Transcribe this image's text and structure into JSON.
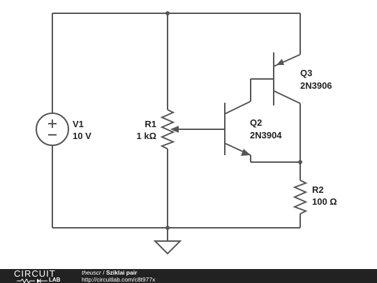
{
  "components": {
    "v1": {
      "name": "V1",
      "value": "10 V"
    },
    "r1": {
      "name": "R1",
      "value": "1 kΩ"
    },
    "q2": {
      "name": "Q2",
      "value": "2N3904"
    },
    "q3": {
      "name": "Q3",
      "value": "2N3906"
    },
    "r2": {
      "name": "R2",
      "value": "100 Ω"
    }
  },
  "footer": {
    "logo_top": "CIRCUIT",
    "logo_bottom": "LAB",
    "author": "theuscr",
    "separator": " / ",
    "title": "Sziklai pair",
    "url": "http://circuitlab.com/c8t977x"
  }
}
